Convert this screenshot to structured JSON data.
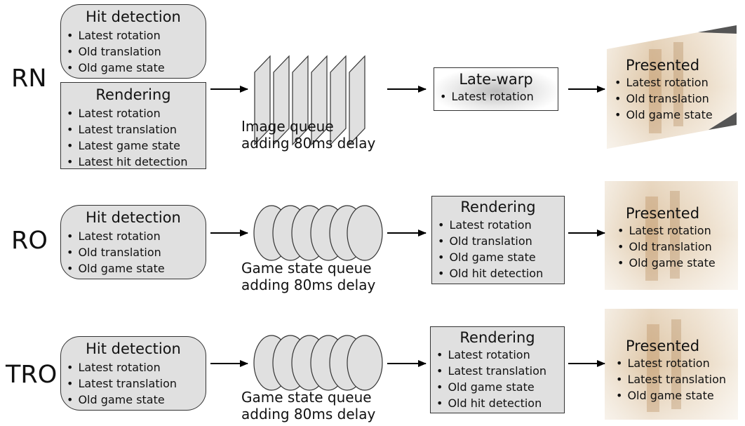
{
  "rows": {
    "rn": {
      "label": "RN",
      "hit": {
        "title": "Hit detection",
        "items": [
          "Latest rotation",
          "Old translation",
          "Old game state"
        ]
      },
      "render": {
        "title": "Rendering",
        "items": [
          "Latest rotation",
          "Latest translation",
          "Latest game state",
          "Latest hit detection"
        ]
      },
      "queue": {
        "line1": "Image queue",
        "line2": "adding 80ms delay"
      },
      "warp": {
        "title": "Late-warp",
        "items": [
          "Latest rotation"
        ]
      },
      "presented": {
        "title": "Presented",
        "items": [
          "Latest rotation",
          "Old translation",
          "Old game state"
        ]
      }
    },
    "ro": {
      "label": "RO",
      "hit": {
        "title": "Hit detection",
        "items": [
          "Latest rotation",
          "Old translation",
          "Old game state"
        ]
      },
      "queue": {
        "line1": "Game state queue",
        "line2": "adding 80ms delay"
      },
      "render": {
        "title": "Rendering",
        "items": [
          "Latest rotation",
          "Old translation",
          "Old game state",
          "Old hit detection"
        ]
      },
      "presented": {
        "title": "Presented",
        "items": [
          "Latest rotation",
          "Old translation",
          "Old game state"
        ]
      }
    },
    "tro": {
      "label": "TRO",
      "hit": {
        "title": "Hit detection",
        "items": [
          "Latest rotation",
          "Latest translation",
          "Old game state"
        ]
      },
      "queue": {
        "line1": "Game state queue",
        "line2": "adding 80ms delay"
      },
      "render": {
        "title": "Rendering",
        "items": [
          "Latest rotation",
          "Latest translation",
          "Old game state",
          "Old hit detection"
        ]
      },
      "presented": {
        "title": "Presented",
        "items": [
          "Latest rotation",
          "Latest translation",
          "Old game state"
        ]
      }
    }
  },
  "colors": {
    "box_fill": "#e0e0e0",
    "stroke": "#333333",
    "arrow": "#000000"
  },
  "icons": {
    "image_frame": "parallelogram-frame-icon",
    "game_state": "ellipse-state-icon",
    "presented_scene": "vr-corridor-image"
  }
}
